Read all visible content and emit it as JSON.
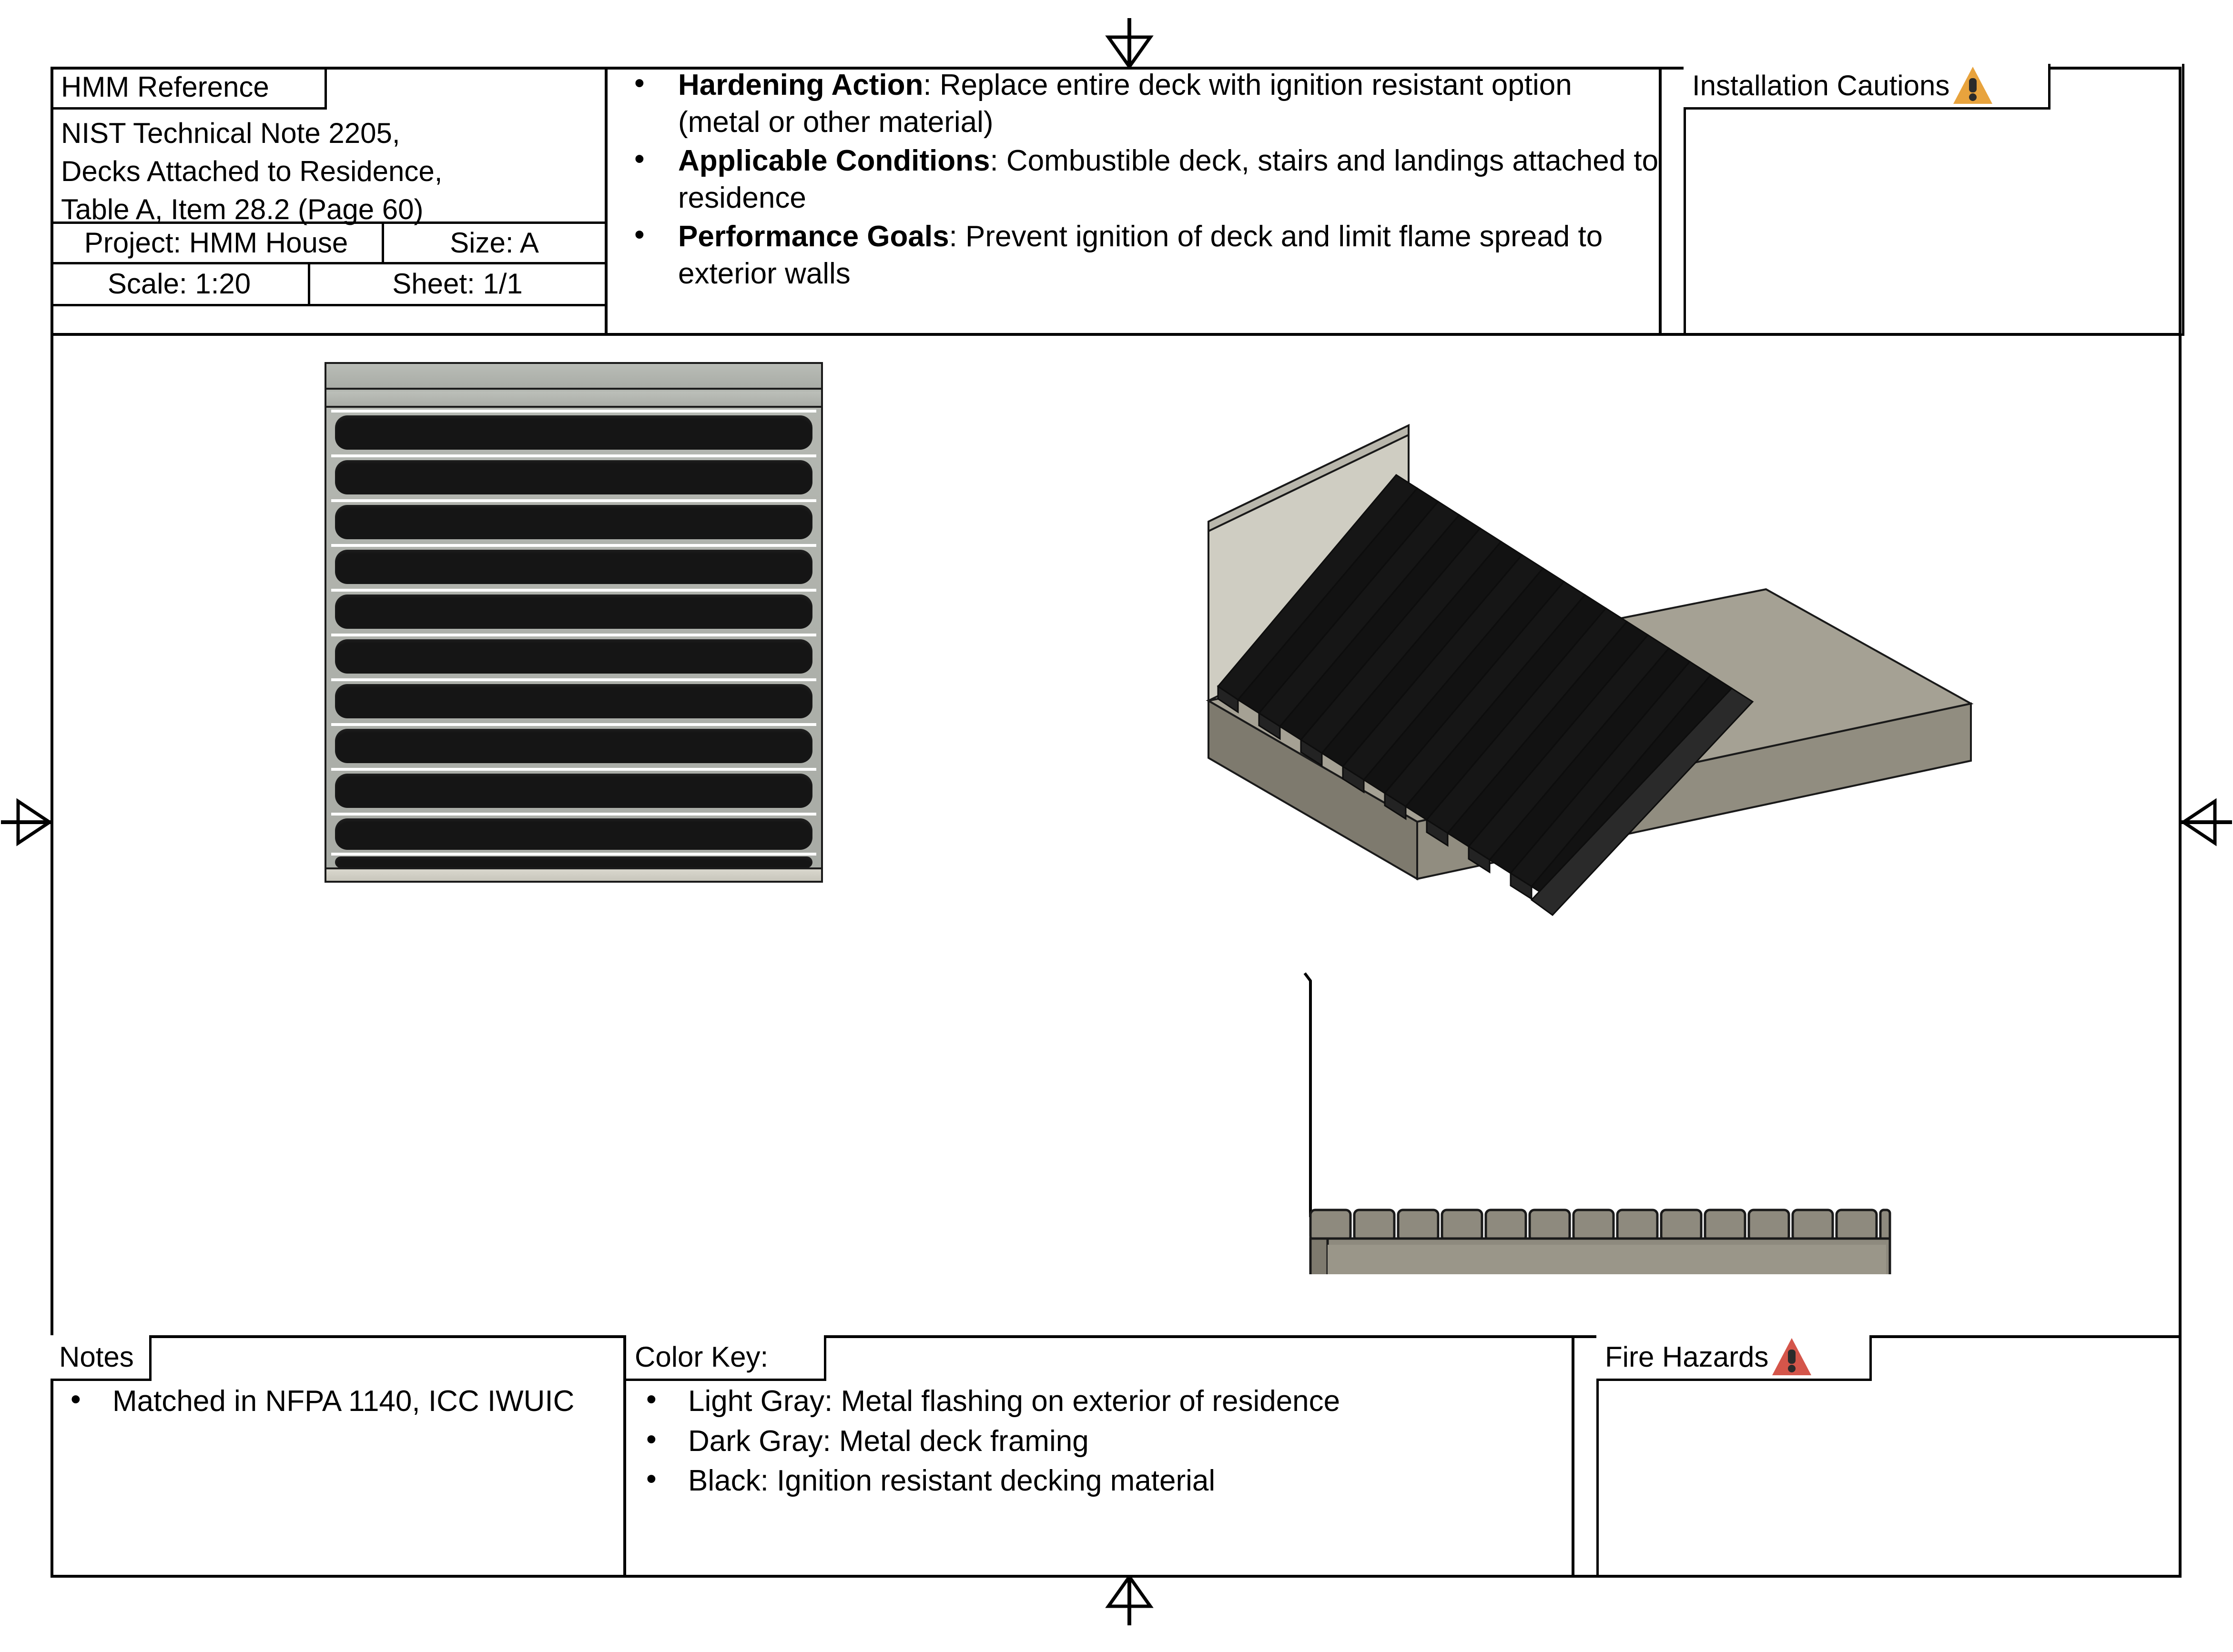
{
  "title_block": {
    "hmm_reference_label": "HMM Reference",
    "reference_lines": [
      "NIST Technical Note 2205,",
      "Decks Attached to Residence,",
      "Table A, Item 28.2 (Page 60)"
    ],
    "project": "Project: HMM House",
    "size": "Size: A",
    "scale": "Scale: 1:20",
    "sheet": "Sheet: 1/1"
  },
  "specs": {
    "items": [
      {
        "label": "Hardening Action",
        "text": ": Replace entire deck with ignition resistant option (metal or other material)"
      },
      {
        "label": "Applicable Conditions",
        "text": ": Combustible deck, stairs and landings attached to residence"
      },
      {
        "label": "Performance Goals",
        "text": ": Prevent ignition of deck and limit flame spread to exterior walls"
      }
    ]
  },
  "installation_cautions": {
    "label": "Installation Cautions",
    "icon": "warning-triangle-icon",
    "icon_color": "#E8A33D",
    "items": []
  },
  "notes": {
    "label": "Notes",
    "items": [
      "Matched in NFPA 1140, ICC IWUIC"
    ]
  },
  "color_key": {
    "label": "Color Key:",
    "items": [
      "Light Gray: Metal flashing on exterior of residence",
      "Dark Gray: Metal deck framing",
      "Black: Ignition resistant decking material"
    ],
    "swatches": {
      "light_gray": "#cfcdc2",
      "dark_gray": "#918d80",
      "black": "#151515"
    }
  },
  "fire_hazards": {
    "label": "Fire Hazards",
    "icon": "warning-triangle-icon",
    "icon_color": "#D4554A",
    "items": []
  },
  "drawing": {
    "plan_view_name": "deck-plan-view",
    "iso_view_name": "deck-isometric-view",
    "elevation_view_name": "deck-elevation-view",
    "plan_board_count": 13,
    "iso_board_count": 16,
    "elevation_joist_count": 14,
    "centering_marks": [
      "top",
      "left",
      "right",
      "bottom"
    ]
  }
}
